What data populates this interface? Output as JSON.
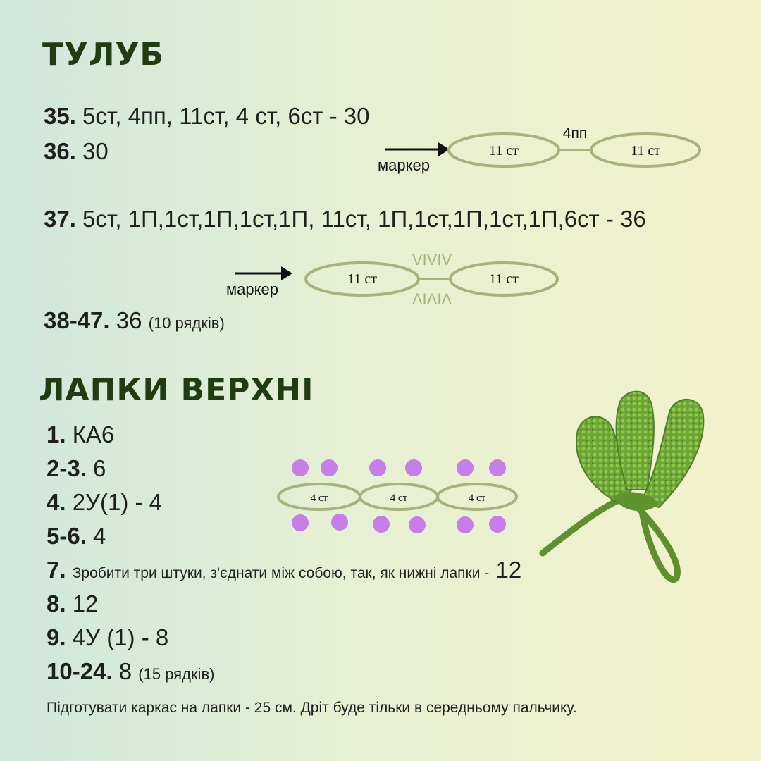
{
  "body_section": {
    "title": "ТУЛУБ",
    "rows": [
      {
        "num": "35.",
        "text": "5ст, 4пп, 11ст, 4 ст, 6ст - 30"
      },
      {
        "num": "36.",
        "text": "30"
      },
      {
        "num": "37.",
        "text": "5ст, 1П,1ст,1П,1ст,1П, 11ст, 1П,1ст,1П,1ст,1П,6ст - 36"
      },
      {
        "num": "38-47.",
        "text": "36",
        "extra": "(10 рядків)"
      }
    ],
    "diagram1": {
      "marker": "маркер",
      "left": "11 ст",
      "right": "11 ст",
      "middle": "4пп"
    },
    "diagram2": {
      "marker": "маркер",
      "left": "11 ст",
      "right": "11 ст",
      "top": "VIVIV",
      "bottom": "ΛIΛIΛ"
    }
  },
  "paws_section": {
    "title": "ЛАПКИ ВЕРХНІ",
    "rows": [
      {
        "num": "1.",
        "text": "КА6"
      },
      {
        "num": "2-3.",
        "text": "6"
      },
      {
        "num": "4.",
        "text": "2У(1) - 4"
      },
      {
        "num": "5-6.",
        "text": "4"
      },
      {
        "num": "7.",
        "text": "Зробити три штуки, з'єднати між собою, так, як нижні лапки -",
        "count": "12"
      },
      {
        "num": "8.",
        "text": "12"
      },
      {
        "num": "9.",
        "text": "4У (1) - 8"
      },
      {
        "num": "10-24.",
        "text": "8",
        "extra": "(15 рядків)"
      }
    ],
    "diagram": {
      "labels": [
        "4 ст",
        "4 ст",
        "4 ст"
      ]
    },
    "note": "Підготувати каркас на лапки - 25 см. Дріт буде тільки в середньому пальчику."
  },
  "colors": {
    "title": "#1f3d10",
    "ellipse_stroke": "#a7b27f",
    "dot": "#c67ee8",
    "leaf": "#6fa33a"
  }
}
